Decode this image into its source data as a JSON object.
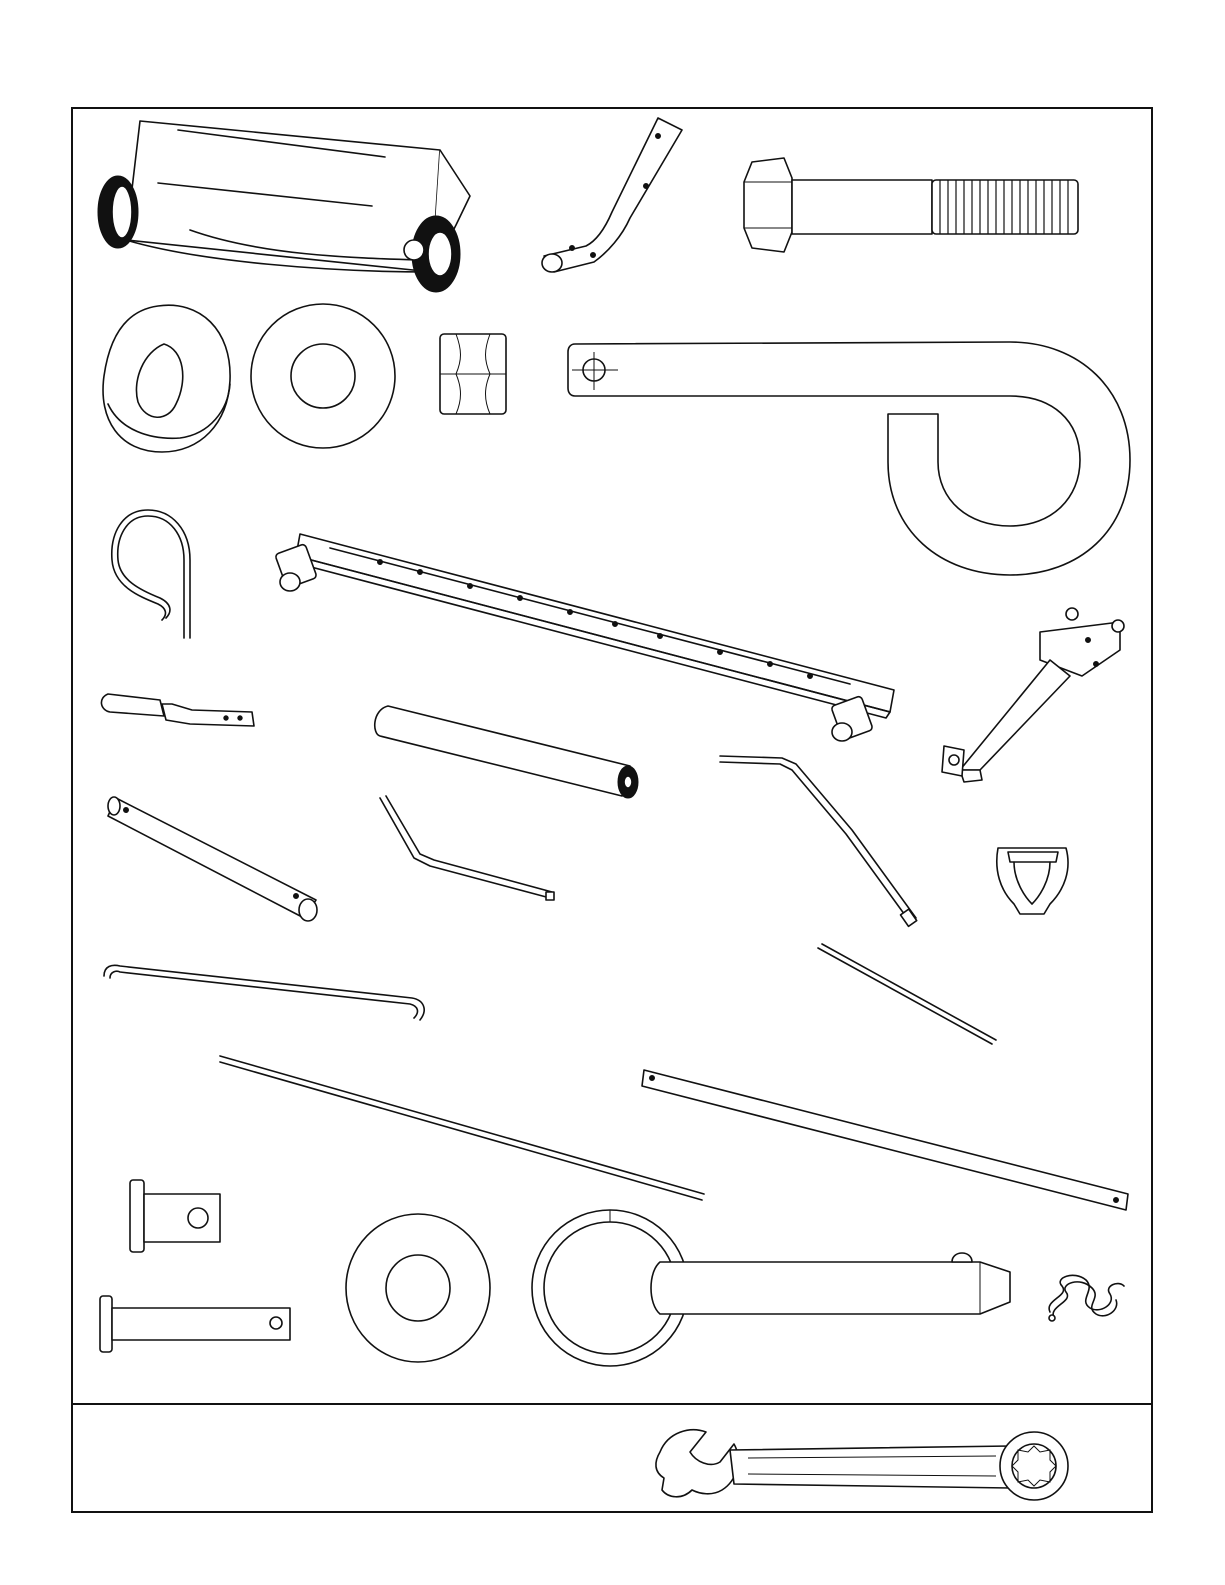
{
  "sheet": {
    "title": "",
    "section_labels": []
  },
  "parts": [
    {
      "name": "spreader-hopper-with-wheels",
      "text": ""
    },
    {
      "name": "bent-tube-handle",
      "text": ""
    },
    {
      "name": "hex-bolt",
      "text": ""
    },
    {
      "name": "curved-spring-washer",
      "text": ""
    },
    {
      "name": "flat-washer",
      "text": ""
    },
    {
      "name": "hex-nut",
      "text": ""
    },
    {
      "name": "hitch-hook",
      "text": ""
    },
    {
      "name": "hair-pin-clip",
      "text": ""
    },
    {
      "name": "axle-frame-bar",
      "text": ""
    },
    {
      "name": "hitch-bracket-assembly",
      "text": ""
    },
    {
      "name": "short-control-lever",
      "text": ""
    },
    {
      "name": "foam-handle-grip",
      "text": ""
    },
    {
      "name": "bent-control-rod",
      "text": ""
    },
    {
      "name": "tube-brace",
      "text": ""
    },
    {
      "name": "bent-link-rod",
      "text": ""
    },
    {
      "name": "plastic-handle-knob",
      "text": ""
    },
    {
      "name": "long-hooked-rod",
      "text": ""
    },
    {
      "name": "thin-rod",
      "text": ""
    },
    {
      "name": "long-rod",
      "text": ""
    },
    {
      "name": "flat-bar-strap",
      "text": ""
    },
    {
      "name": "clevis-pin-small",
      "text": ""
    },
    {
      "name": "clevis-pin-long",
      "text": ""
    },
    {
      "name": "large-flat-washer",
      "text": ""
    },
    {
      "name": "hitch-pin-with-ring",
      "text": ""
    },
    {
      "name": "spring-clip",
      "text": ""
    },
    {
      "name": "combination-wrench",
      "text": ""
    }
  ]
}
